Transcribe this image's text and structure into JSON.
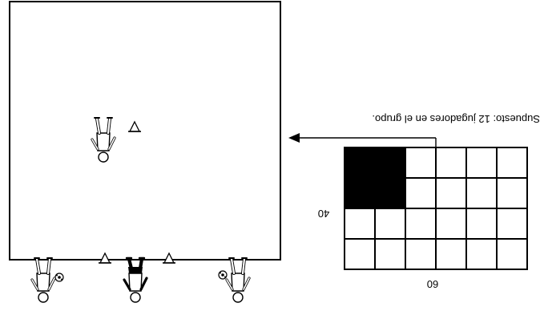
{
  "diagram": {
    "caption": "Supuesto: 12 jugadores en el grupo.",
    "grid_width_label": "60",
    "grid_height_label": "40",
    "grid": {
      "rows": 4,
      "cols": 6,
      "highlight": {
        "row_start": 0,
        "col_start": 0,
        "row_span": 2,
        "col_span": 2
      }
    },
    "orientation": "upside-down (rotated 180 degrees)"
  }
}
